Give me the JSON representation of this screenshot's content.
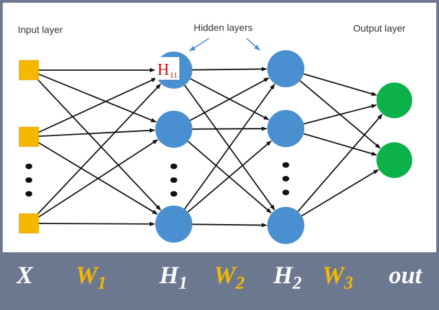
{
  "labels": {
    "input_layer": "Input layer",
    "hidden_layers": "Hidden layers",
    "output_layer": "Output layer",
    "node_tag_main": "H",
    "node_tag_sub": "11"
  },
  "bottom": {
    "x": "X",
    "w1_main": "W",
    "w1_sub": "1",
    "h1_main": "H",
    "h1_sub": "1",
    "w2_main": "W",
    "w2_sub": "2",
    "h2_main": "H",
    "h2_sub": "2",
    "w3_main": "W",
    "w3_sub": "3",
    "out": "out"
  },
  "colors": {
    "background": "#6b7890",
    "input_node": "#f5b800",
    "hidden_node": "#4a90d0",
    "output_node": "#0cb14a",
    "text_white": "#ffffff",
    "text_gold": "#f5b800",
    "node_tag": "#cc1111"
  }
}
